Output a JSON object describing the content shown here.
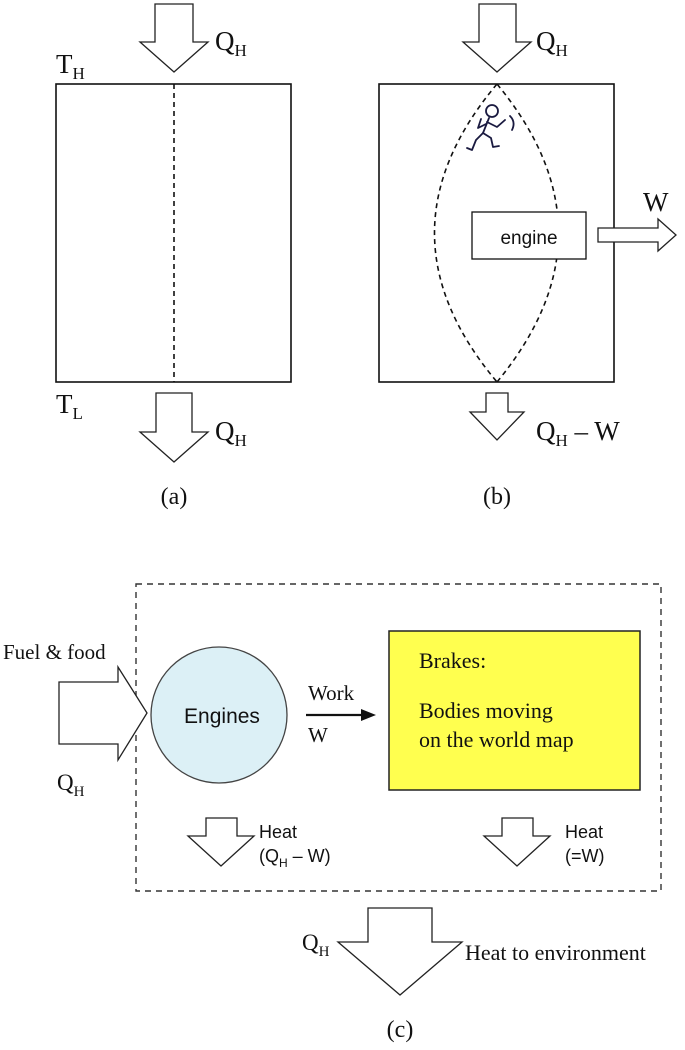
{
  "panel_a": {
    "caption": "(a)",
    "q_top": {
      "main": "Q",
      "sub": "H"
    },
    "q_bottom": {
      "main": "Q",
      "sub": "H"
    },
    "t_high": {
      "main": "T",
      "sub": "H"
    },
    "t_low": {
      "main": "T",
      "sub": "L"
    }
  },
  "panel_b": {
    "caption": "(b)",
    "q_top": {
      "main": "Q",
      "sub": "H"
    },
    "q_bottom": {
      "main": "Q",
      "sub": "H",
      "tail": " – W"
    },
    "engine_label": "engine",
    "work_label": "W"
  },
  "panel_c": {
    "caption": "(c)",
    "fuel_label": "Fuel & food",
    "q_in": {
      "main": "Q",
      "sub": "H"
    },
    "engines_label": "Engines",
    "engines_color": "#dcf0f6",
    "work_label": "Work",
    "work_symbol": "W",
    "brakes_color": "#ffff4f",
    "brakes_title": "Brakes:",
    "brakes_line1": "Bodies moving",
    "brakes_line2": "on the world map",
    "heat_left_title": "Heat",
    "heat_left_value": {
      "open": "(Q",
      "sub": "H",
      "close": " – W)"
    },
    "heat_right_title": "Heat",
    "heat_right_value": "(=W)",
    "q_out": {
      "main": "Q",
      "sub": "H"
    },
    "env_label": "Heat to environment"
  }
}
